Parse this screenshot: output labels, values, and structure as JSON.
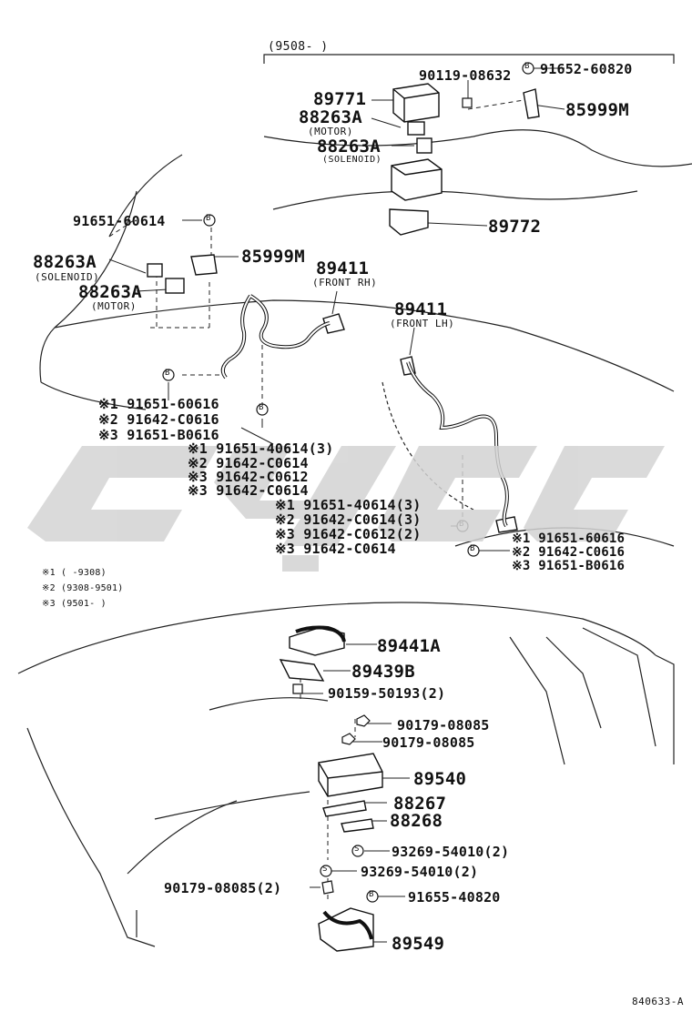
{
  "header": {
    "range": "(9508-      )"
  },
  "parts": {
    "p_90119": "90119-08632",
    "p_91652": "91652-60820",
    "p_89771": "89771",
    "p_88263a_m1": "88263A",
    "motor": "(MOTOR)",
    "p_85999m_1": "85999M",
    "p_88263a_s1": "88263A",
    "solenoid_top": "(SOLENOID)",
    "p_89772": "89772",
    "p_91651_60614": "91651-60614",
    "p_88263a_s2": "88263A",
    "solenoid_left": "(SOLENOID)",
    "p_85999m_2": "85999M",
    "p_88263a_m2": "88263A",
    "motor2": "(MOTOR)",
    "p_89411_rh": "89411",
    "front_rh": "(FRONT RH)",
    "p_89411_lh": "89411",
    "front_lh": "(FRONT LH)",
    "g1_a": "※1 91651-60616",
    "g1_b": "※2 91642-C0616",
    "g1_c": "※3 91651-B0616",
    "g2_a": "※1 91651-40614(3)",
    "g2_b": "※2 91642-C0614",
    "g2_c": "※3 91642-C0612",
    "g2_d": "※3 91642-C0614",
    "g3_a": "※1 91651-40614(3)",
    "g3_b": "※2 91642-C0614(3)",
    "g3_c": "※3 91642-C0612(2)",
    "g3_d": "※3 91642-C0614",
    "g4_a": "※1  91651-60616",
    "g4_b": "※2  91642-C0616",
    "g4_c": "※3  91651-B0616",
    "p_89441a": "89441A",
    "p_89439b": "89439B",
    "p_90159": "90159-50193(2)",
    "p_90179_a": "90179-08085",
    "p_90179_b": "90179-08085",
    "p_89540": "89540",
    "p_88267": "88267",
    "p_88268": "88268",
    "p_93269_a": "93269-54010(2)",
    "p_93269_b": "93269-54010(2)",
    "p_90179_c": "90179-08085(2)",
    "p_91655": "91655-40820",
    "p_89549": "89549"
  },
  "notes": {
    "n1": "※1 (      -9308)",
    "n2": "※2 (9308-9501)",
    "n3": "※3 (9501-      )"
  },
  "symbols": {
    "bolt": "B",
    "spacer": "S"
  },
  "footer": {
    "code": "840633-A"
  }
}
